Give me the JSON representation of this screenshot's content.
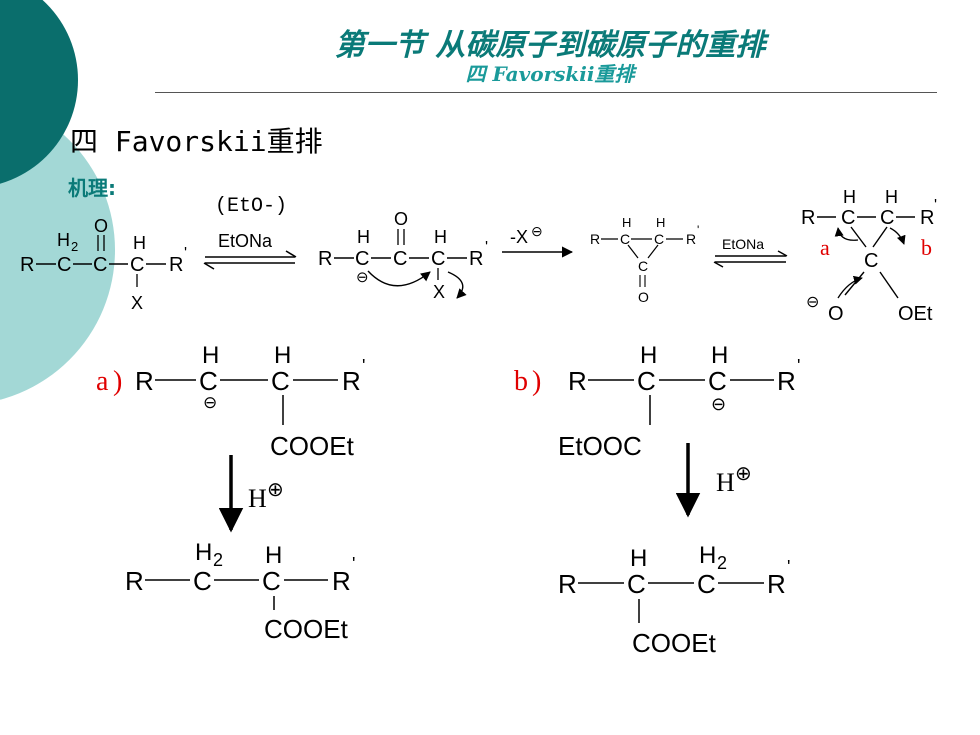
{
  "slide": {
    "title": "第一节 从碳原子到碳原子的重排",
    "subtitle": "四 Favorskii重排",
    "heading": "四 Favorskii重排",
    "mechanism_label": "机理:"
  },
  "scheme": {
    "cond_base": "(EtO-)",
    "cond_reagent": "EtONa",
    "loss_x": "-X",
    "cond_reagent_2": "EtONa",
    "path_a": "a",
    "path_b": "b",
    "proton": "H",
    "atoms": {
      "R": "R",
      "Rp": "R",
      "prime": "'",
      "C": "C",
      "H": "H",
      "H2": "H",
      "sub2": "2",
      "O": "O",
      "X": "X",
      "OEt": "OEt",
      "COOEt": "COOEt",
      "EtOOC": "EtOOC",
      "minus": "⊖",
      "plus": "⊕"
    }
  },
  "theme": {
    "teal_dark": "#0a6e6c",
    "teal_light": "#9fd6d4",
    "accent_red": "#e00000"
  }
}
